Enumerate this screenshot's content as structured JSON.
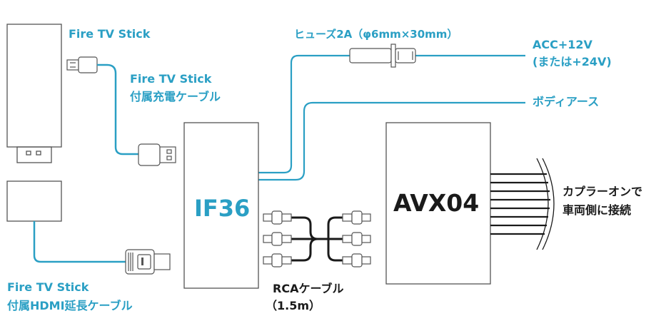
{
  "colors": {
    "accent": "#2a9fc4",
    "line": "#1a1a1a",
    "cable_blue": "#2a9fc4"
  },
  "labels": {
    "fire_stick": "Fire TV Stick",
    "power_cable_1": "Fire TV Stick",
    "power_cable_2": "付属充電ケーブル",
    "hdmi_cable_1": "Fire TV Stick",
    "hdmi_cable_2": "付属HDMI延長ケーブル",
    "fuse": "ヒューズ2A（φ6mm×30mm）",
    "acc_1": "ACC+12V",
    "acc_2": "(または+24V)",
    "ground": "ボディアース",
    "if36": "IF36",
    "avx04": "AVX04",
    "coupler_1": "カプラーオンで",
    "coupler_2": "車両側に接続",
    "rca_1": "RCAケーブル",
    "rca_2": "（1.5m）"
  }
}
